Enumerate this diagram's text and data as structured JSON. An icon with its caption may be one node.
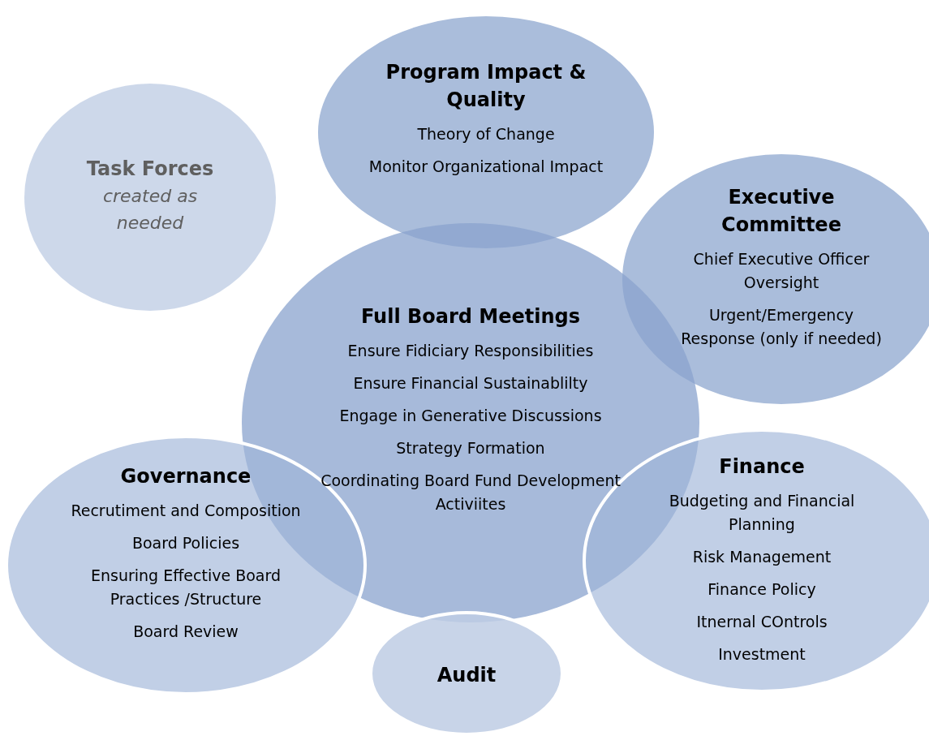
{
  "diagram": {
    "nodes": [
      {
        "text": [
          "Task Forces",
          "created as needed"
        ]
      },
      {
        "text": [
          "Program Impact & Quality",
          "Theory of Change",
          "Monitor Organizational Impact"
        ]
      },
      {
        "text": [
          "Executive Committee",
          "Chief Executive Officer Oversight",
          "Urgent/Emergency Response (only if needed)"
        ]
      },
      {
        "text": [
          "Full Board Meetings",
          "Ensure Fidiciary Responsibilities",
          "Ensure Financial Sustainablilty",
          "Engage in Generative Discussions",
          "Strategy Formation",
          "Coordinating Board Fund Development Activiites"
        ]
      },
      {
        "text": [
          "Governance",
          "Recrutiment and Composition",
          "Board Policies",
          "Ensuring Effective Board Practices /Structure",
          "Board Review"
        ]
      },
      {
        "text": [
          "Finance",
          "Budgeting and Financial Planning",
          "Risk Management",
          "Finance Policy",
          "Itnernal COntrols",
          "Investment"
        ]
      },
      {
        "text": [
          "Audit"
        ]
      }
    ]
  }
}
